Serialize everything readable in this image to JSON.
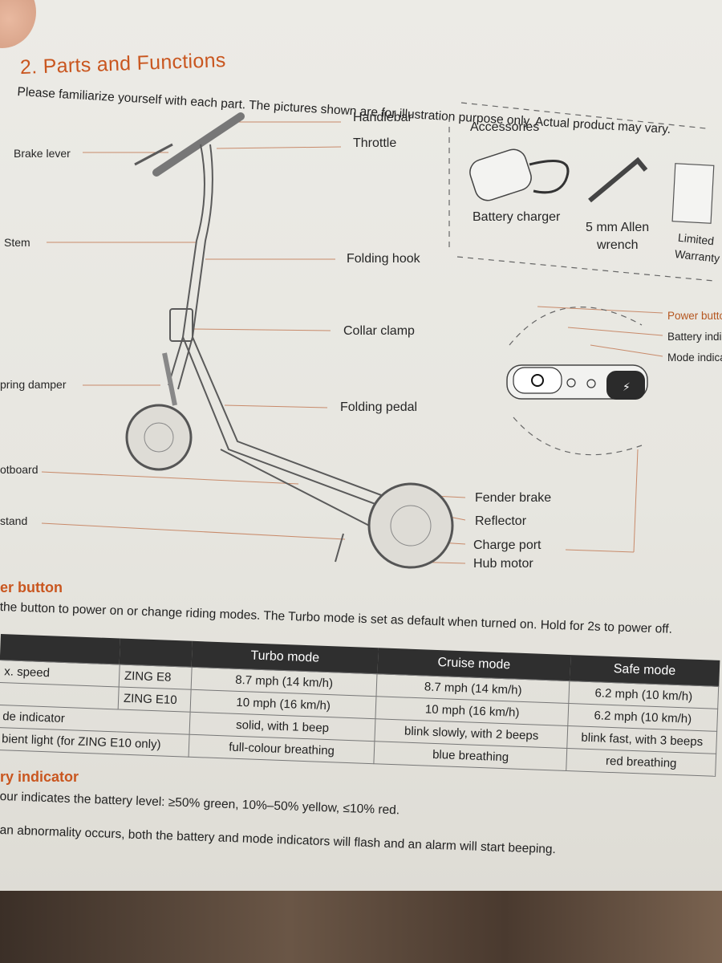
{
  "heading": "2. Parts and Functions",
  "intro": "Please familiarize yourself with each part. The pictures shown are for illustration purpose only. Actual product may vary.",
  "labels": {
    "handlebar": "Handlebar",
    "throttle": "Throttle",
    "brake_lever": "Brake lever",
    "stem": "Stem",
    "folding_hook": "Folding hook",
    "collar_clamp": "Collar clamp",
    "spring_damper": "pring damper",
    "folding_pedal": "Folding pedal",
    "footboard": "otboard",
    "kickstand": "stand",
    "fender_brake": "Fender brake",
    "reflector": "Reflector",
    "charge_port": "Charge port",
    "hub_motor": "Hub motor"
  },
  "accessories": {
    "title": "Accessories",
    "charger": "Battery charger",
    "wrench_line1": "5 mm Allen",
    "wrench_line2": "wrench",
    "warranty_line1": "Limited",
    "warranty_line2": "Warranty"
  },
  "panel": {
    "power_button": "Power button",
    "battery_indicator": "Battery indica",
    "mode_indicator": "Mode indicato"
  },
  "power_section": {
    "title": "er button",
    "text": "the button to power on or change  riding modes. The Turbo mode is set as default when turned on. Hold for 2s to power off."
  },
  "table": {
    "headers": [
      "",
      "",
      "Turbo mode",
      "Cruise mode",
      "Safe mode"
    ],
    "rows": [
      [
        "x. speed",
        "ZING E8",
        "8.7 mph (14 km/h)",
        "8.7 mph (14 km/h)",
        "6.2 mph (10 km/h)"
      ],
      [
        "",
        "ZING E10",
        "10 mph (16 km/h)",
        "10 mph (16 km/h)",
        "6.2 mph (10 km/h)"
      ],
      [
        "de indicator",
        "",
        "solid, with 1 beep",
        "blink slowly, with 2 beeps",
        "blink fast, with 3 beeps"
      ],
      [
        "bient light (for ZING E10 only)",
        "",
        "full-colour breathing",
        "blue breathing",
        "red breathing"
      ]
    ]
  },
  "battery_section": {
    "title": "ry indicator",
    "line1": "our indicates the battery level: ≥50% green, 10%–50% yellow, ≤10% red.",
    "line2": "an abnormality occurs, both the battery and mode indicators will flash and an alarm will start beeping."
  },
  "colors": {
    "accent": "#c9561f",
    "table_header": "#2f2f2f",
    "paper": "#eae9e4"
  }
}
